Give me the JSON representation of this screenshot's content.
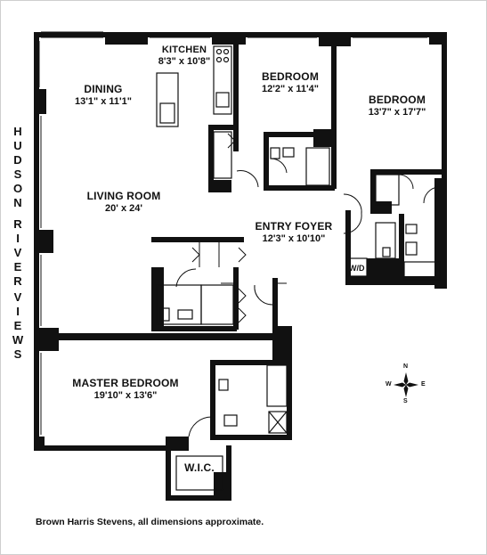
{
  "view_caption": {
    "letters_1": [
      "H",
      "U",
      "D",
      "S",
      "O",
      "N"
    ],
    "letters_2": [
      "R",
      "I",
      "V",
      "E",
      "R"
    ],
    "letters_3": [
      "V",
      "I",
      "E",
      "W",
      "S"
    ]
  },
  "rooms": {
    "kitchen": {
      "name": "KITCHEN",
      "dims": "8'3\" x 10'8\""
    },
    "dining": {
      "name": "DINING",
      "dims": "13'1\" x 11'1\""
    },
    "bedroom_1": {
      "name": "BEDROOM",
      "dims": "12'2\" x 11'4\""
    },
    "bedroom_2": {
      "name": "BEDROOM",
      "dims": "13'7\" x 17'7\""
    },
    "living_room": {
      "name": "LIVING ROOM",
      "dims": "20' x 24'"
    },
    "entry_foyer": {
      "name": "ENTRY FOYER",
      "dims": "12'3\" x 10'10\""
    },
    "master_bedroom": {
      "name": "MASTER BEDROOM",
      "dims": "19'10\" x 13'6\""
    },
    "wic": {
      "name": "W.I.C."
    }
  },
  "fixtures": {
    "washer_dryer": "W/D"
  },
  "compass": {
    "n": "N",
    "s": "S",
    "e": "E",
    "w": "W"
  },
  "credit": "Brown Harris Stevens, all dimensions approximate."
}
